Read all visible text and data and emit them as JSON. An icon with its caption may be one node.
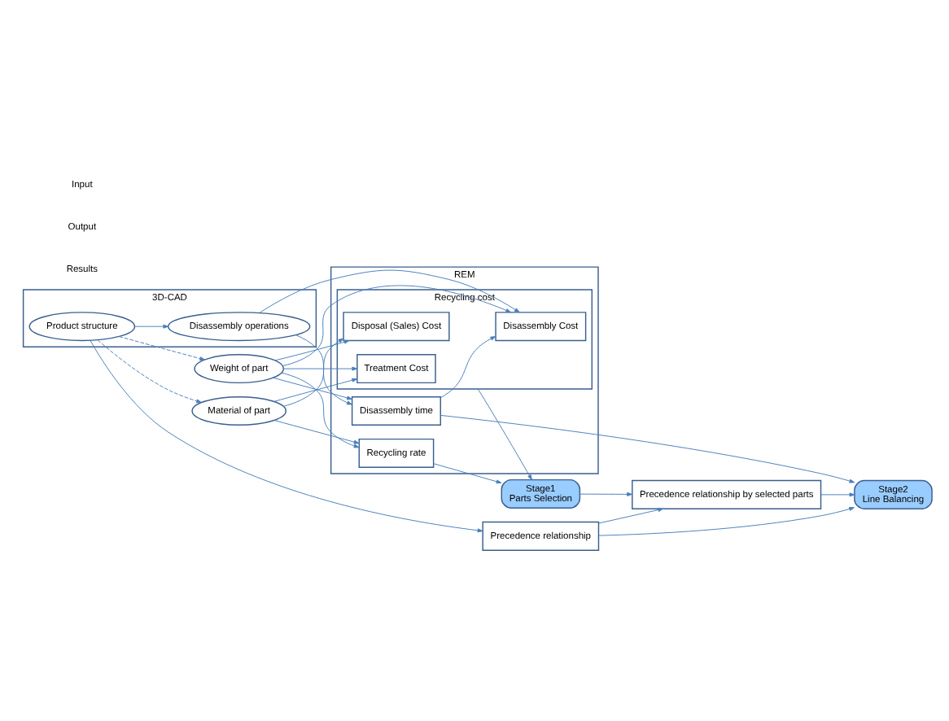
{
  "diagram": {
    "nodes": [
      {
        "text": [
          "Material of part"
        ]
      },
      {
        "text": [
          "Weight of part"
        ]
      },
      {
        "text": [
          "REM"
        ]
      },
      {
        "text": [
          "Recycling rate"
        ],
        "in": 2
      },
      {
        "text": [
          "Recycling cost"
        ],
        "in": 2
      },
      {
        "text": [
          "Disposal (Sales) Cost"
        ],
        "in": 4
      },
      {
        "text": [
          "Treatment Cost"
        ],
        "in": 4
      },
      {
        "text": [
          "Disassembly Cost"
        ],
        "in": 4
      },
      {
        "text": [
          "Disassembly time"
        ],
        "in": 2
      },
      {
        "text": [
          "3D-CAD"
        ]
      },
      {
        "text": [
          "Disassembly operations"
        ],
        "in": 9
      },
      {
        "text": [
          "Product structure"
        ],
        "in": 9
      },
      {
        "text": [
          "Precedence relationship"
        ]
      },
      {
        "text": [
          "Stage1",
          "Parts Selection"
        ]
      },
      {
        "text": [
          "Precedence relationship by selected parts"
        ]
      },
      {
        "text": [
          "Stage2",
          "Line Balancing"
        ]
      }
    ],
    "edges": [
      {
        "from": 0,
        "to": 3,
        "arrow": "to"
      },
      {
        "from": 0,
        "to": 5,
        "arrow": "to"
      },
      {
        "from": 0,
        "to": 6,
        "arrow": "to"
      },
      {
        "from": 1,
        "to": 3,
        "arrow": "to"
      },
      {
        "from": 1,
        "to": 5,
        "arrow": "to"
      },
      {
        "from": 1,
        "to": 6,
        "arrow": "to"
      },
      {
        "from": 1,
        "to": 7,
        "arrow": "to"
      },
      {
        "from": 1,
        "to": 8,
        "arrow": "to"
      },
      {
        "from": 11,
        "to": 0,
        "arrow": "to",
        "style": "dashed"
      },
      {
        "from": 11,
        "to": 1,
        "arrow": "to",
        "style": "dashed"
      },
      {
        "from": 11,
        "to": 10,
        "arrow": "to"
      },
      {
        "from": 10,
        "to": 7,
        "arrow": "to"
      },
      {
        "from": 10,
        "to": 8,
        "arrow": "to"
      },
      {
        "from": 11,
        "to": 12,
        "arrow": "to"
      },
      {
        "from": 8,
        "to": 7,
        "arrow": "to"
      },
      {
        "from": 3,
        "to": 13,
        "arrow": "to"
      },
      {
        "from": 4,
        "to": 13,
        "arrow": "to"
      },
      {
        "from": 13,
        "to": 14,
        "arrow": "to"
      },
      {
        "from": 12,
        "to": 14,
        "arrow": "to"
      },
      {
        "from": 14,
        "to": 15,
        "arrow": "to"
      },
      {
        "from": 8,
        "to": 15,
        "arrow": "to"
      },
      {
        "from": 12,
        "to": 15,
        "arrow": "to"
      }
    ],
    "labels": [
      "Input",
      "Output",
      "Results"
    ]
  }
}
